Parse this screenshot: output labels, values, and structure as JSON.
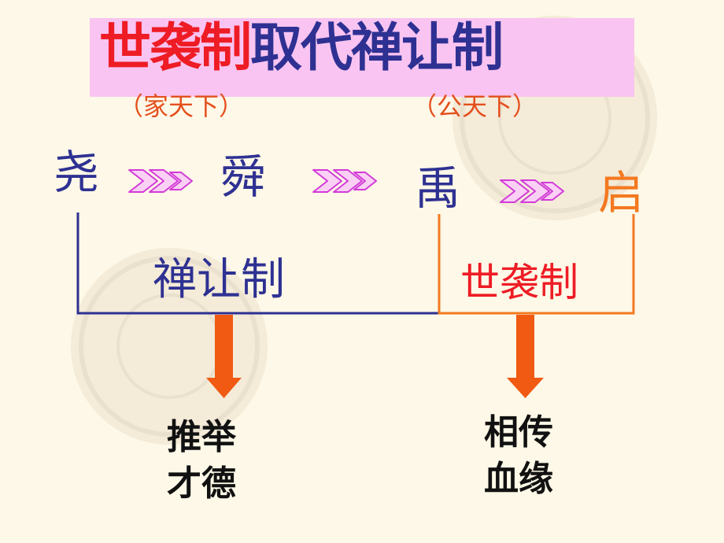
{
  "title": {
    "part1": "世袭制",
    "part2": "取代",
    "part3": "禅让制"
  },
  "subtitles": {
    "left": "（家天下）",
    "right": "（公天下）"
  },
  "rulers": [
    "尧",
    "舜",
    "禹",
    "启"
  ],
  "systems": {
    "abdication": "禅让制",
    "hereditary": "世袭制"
  },
  "results": {
    "abdication": {
      "line1": "推举",
      "line2": "才德"
    },
    "hereditary": {
      "line1": "相传",
      "line2": "血缘"
    }
  },
  "colors": {
    "background": "#fdf8e7",
    "title_highlight": "#f9c4f1",
    "red": "#ee1c25",
    "navy": "#2e3192",
    "orange": "#f47920",
    "arrow_down": "#f05a13",
    "chevron": "#d23bd8"
  }
}
